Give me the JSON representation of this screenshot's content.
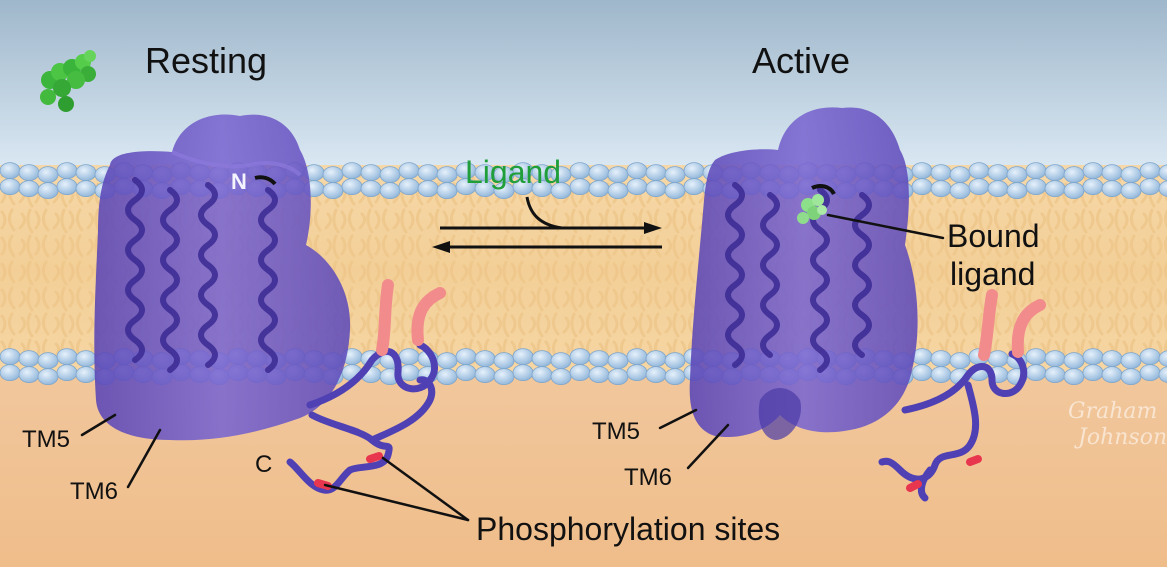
{
  "states": {
    "resting": "Resting",
    "active": "Active"
  },
  "labels": {
    "ligand": "Ligand",
    "bound_ligand_line1": "Bound",
    "bound_ligand_line2": "ligand",
    "n_terminus": "N",
    "c_terminus": "C",
    "tm5": "TM5",
    "tm6": "TM6",
    "phosphorylation": "Phosphorylation sites"
  },
  "signature": {
    "line1": "Graham",
    "line2": "Johnson"
  },
  "colors": {
    "receptor": "#6d57c4",
    "helix": "#3a2a93",
    "ligand": "#2fb02f",
    "lipid_tail": "#f7d49d",
    "lipid_head": "#a9cae8",
    "palmitoyl": "#f28b8b",
    "phospho_site": "#e8364f",
    "ligand_label": "#1f9e3a"
  }
}
